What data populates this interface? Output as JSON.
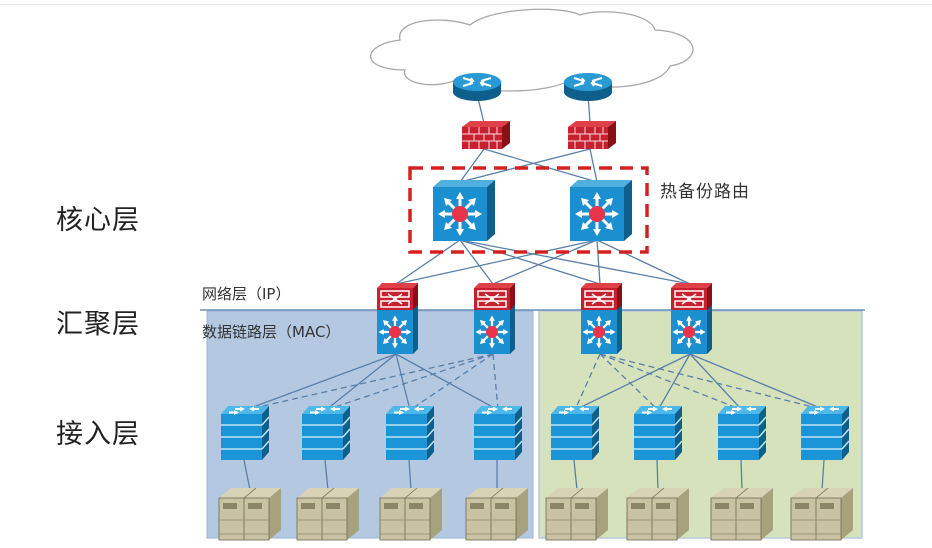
{
  "layers": {
    "core": "核心层",
    "aggregation": "汇聚层",
    "access": "接入层"
  },
  "annotations": {
    "hot_standby": "热备份路由",
    "network_layer": "网络层（IP）",
    "datalink_layer": "数据链路层（MAC）"
  },
  "nodes": {
    "cloud": {
      "type": "internet-cloud"
    },
    "routers": [
      "router-1",
      "router-2"
    ],
    "firewalls": [
      "firewall-1",
      "firewall-2"
    ],
    "core_switches": [
      "core-switch-1",
      "core-switch-2"
    ],
    "aggregation_switches": [
      "agg-switch-1",
      "agg-switch-2",
      "agg-switch-3",
      "agg-switch-4"
    ],
    "access_switches": [
      "access-switch-1",
      "access-switch-2",
      "access-switch-3",
      "access-switch-4",
      "access-switch-5",
      "access-switch-6",
      "access-switch-7",
      "access-switch-8"
    ],
    "servers": [
      "server-1",
      "server-2",
      "server-3",
      "server-4",
      "server-5",
      "server-6",
      "server-7",
      "server-8"
    ]
  },
  "groups": [
    {
      "name": "pod-left",
      "color": "#b4c8e2",
      "primary_agg": 0,
      "backup_agg": 1
    },
    {
      "name": "pod-right",
      "color": "#d6e2bc",
      "primary_agg": 3,
      "backup_agg": 2
    }
  ],
  "colors": {
    "switch_blue": "#1b8fd0",
    "switch_dark": "#0f5f8c",
    "firewall_red": "#c8202e",
    "highlight_box": "#d62020",
    "link": "#5a7fa8",
    "server": "#c9c3a4"
  }
}
